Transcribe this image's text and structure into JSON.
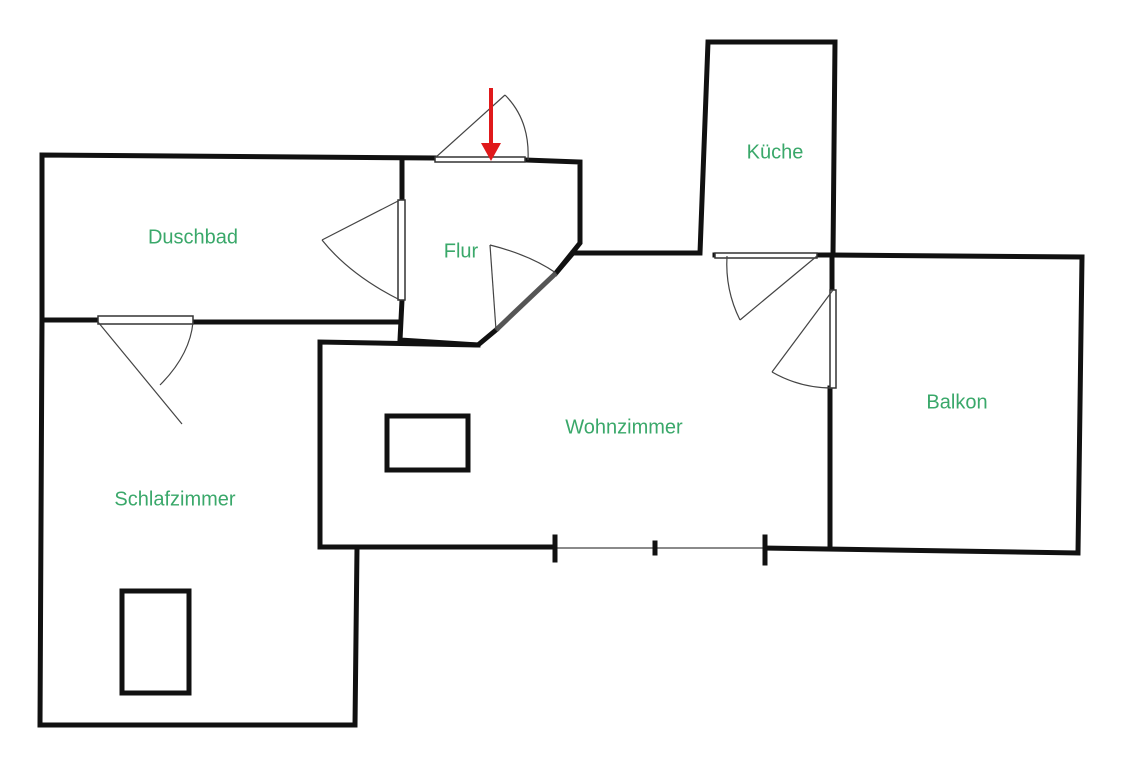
{
  "floorplan": {
    "rooms": [
      {
        "id": "kueche",
        "label": "Küche"
      },
      {
        "id": "duschbad",
        "label": "Duschbad"
      },
      {
        "id": "flur",
        "label": "Flur"
      },
      {
        "id": "wohnzimmer",
        "label": "Wohnzimmer"
      },
      {
        "id": "balkon",
        "label": "Balkon"
      },
      {
        "id": "schlafzimmer",
        "label": "Schlafzimmer"
      }
    ],
    "colors": {
      "label": "#3aa86a",
      "entrance_arrow": "#e0191b",
      "walls": "#111111"
    }
  }
}
